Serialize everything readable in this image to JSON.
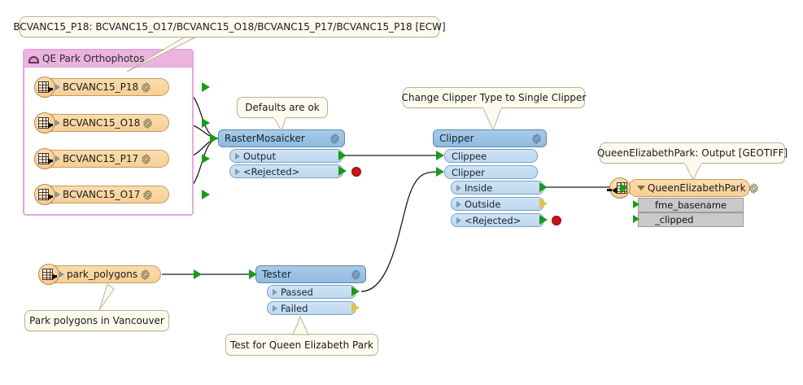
{
  "workspace": {
    "bookmark": {
      "title": "QE Park Orthophotos",
      "icon": "bookmark-icon",
      "color": "#eab4de"
    },
    "annotations": [
      {
        "id": "ann-p18",
        "text": "BCVANC15_P18: BCVANC15_O17/BCVANC15_O18/BCVANC15_P17/BCVANC15_P18 [ECW]"
      },
      {
        "id": "ann-mosaick",
        "text": "Defaults are ok"
      },
      {
        "id": "ann-clipper",
        "text": "Change Clipper Type to Single Clipper"
      },
      {
        "id": "ann-writer",
        "text": "QueenElizabethPark: Output [GEOTIFF]"
      },
      {
        "id": "ann-parkpoly",
        "text": "Park polygons in Vancouver"
      },
      {
        "id": "ann-tester",
        "text": "Test for Queen Elizabeth Park"
      }
    ],
    "readers": [
      {
        "name": "BCVANC15_P18"
      },
      {
        "name": "BCVANC15_O18"
      },
      {
        "name": "BCVANC15_P17"
      },
      {
        "name": "BCVANC15_O17"
      },
      {
        "name": "park_polygons"
      }
    ],
    "transformers": [
      {
        "name": "RasterMosaicker",
        "output_ports": [
          {
            "label": "Output",
            "arrow": "green"
          },
          {
            "label": "<Rejected>",
            "arrow": "green",
            "terminator": "red-dot"
          }
        ]
      },
      {
        "name": "Clipper",
        "input_ports": [
          {
            "label": "Clippee"
          },
          {
            "label": "Clipper"
          }
        ],
        "output_ports": [
          {
            "label": "Inside",
            "arrow": "green"
          },
          {
            "label": "Outside",
            "arrow": "yellow"
          },
          {
            "label": "<Rejected>",
            "arrow": "green",
            "terminator": "red-dot"
          }
        ]
      },
      {
        "name": "Tester",
        "output_ports": [
          {
            "label": "Passed",
            "arrow": "green"
          },
          {
            "label": "Failed",
            "arrow": "yellow"
          }
        ]
      }
    ],
    "writer": {
      "name": "QueenElizabethPark",
      "attributes": [
        "fme_basename",
        "_clipped"
      ]
    },
    "colors": {
      "reader_fill": "#f7cf96",
      "transformer_header": "#8fbbe0",
      "transformer_port": "#bcd8ef",
      "bookmark_header": "#eab4de",
      "annotation_fill": "#fdfbee",
      "green_arrow": "#1a9a1a",
      "yellow_arrow": "#e8c23c",
      "red_dot": "#c81414",
      "attribute_row": "#c9c9c9"
    }
  }
}
